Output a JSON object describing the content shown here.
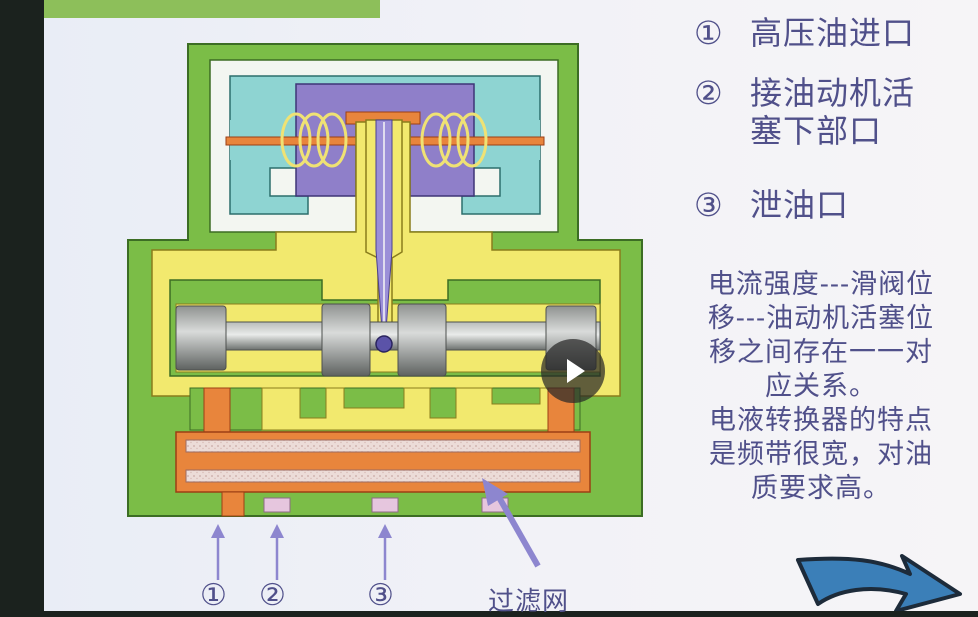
{
  "legend": [
    {
      "num": "①",
      "text": "高压油进口"
    },
    {
      "num": "②",
      "text_lines": [
        "接油动机活",
        "塞下部口"
      ]
    },
    {
      "num": "③",
      "text": "泄油口"
    }
  ],
  "description": [
    "电流强度---滑阀位",
    "移---油动机活塞位",
    "移之间存在一一对",
    "应关系。",
    "电液转换器的特点",
    "是频带很宽，对油",
    "质要求高。"
  ],
  "ports": [
    "①",
    "②",
    "③"
  ],
  "filter_label": "过滤网",
  "icons": {
    "play": "play-icon",
    "next": "next-arrow-icon"
  },
  "colors": {
    "body_green": "#7bbd47",
    "cap_cyan": "#8ed4d2",
    "magnet_purple": "#8f7fc9",
    "oil_yellow": "#f2e96e",
    "valve_grey": "#8a8c8a",
    "orange": "#e8853c",
    "filter": "#e8d9d6",
    "arrow_purple": "#8d86cf",
    "text_purple": "#50508a"
  }
}
